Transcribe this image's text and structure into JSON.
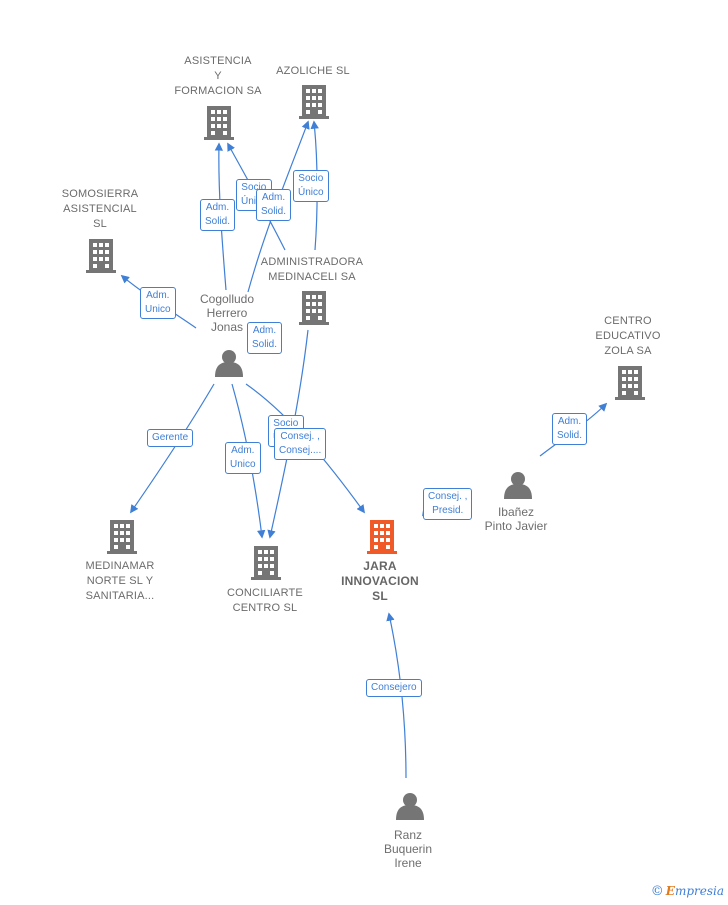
{
  "nodes": {
    "asistencia": {
      "label": "ASISTENCIA\nY\nFORMACION SA",
      "type": "company"
    },
    "azoliche": {
      "label": "AZOLICHE  SL",
      "type": "company"
    },
    "somosierra": {
      "label": "SOMOSIERRA\nASISTENCIAL\nSL",
      "type": "company"
    },
    "administradora": {
      "label": "ADMINISTRADORA\nMEDINACELI SA",
      "type": "company"
    },
    "cogolludo": {
      "label": "Cogolludo\nHerrero\nJonas",
      "type": "person"
    },
    "centro": {
      "label": "CENTRO\nEDUCATIVO\nZOLA SA",
      "type": "company"
    },
    "ibanez": {
      "label": "Ibañez\nPinto Javier",
      "type": "person"
    },
    "medinamar": {
      "label": "MEDINAMAR\nNORTE SL Y\nSANITARIA...",
      "type": "company"
    },
    "conciliarte": {
      "label": "CONCILIARTE\nCENTRO  SL",
      "type": "company"
    },
    "jara": {
      "label": "JARA\nINNOVACION\nSL",
      "type": "company-focus"
    },
    "ranz": {
      "label": "Ranz\nBuquerin\nIrene",
      "type": "person"
    }
  },
  "edges": {
    "e1": "Adm.\nUnico",
    "e2a": "Socio\nÚnico",
    "e2b": "Adm.\nSolid.",
    "e3": "Adm.\nSolid.",
    "e4": "Socio\nÚnico",
    "e5": "Adm.\nSolid.",
    "e6": "Gerente",
    "e7": "Adm.\nUnico",
    "e8": "Socio\nÚnico",
    "e9": "Consej. ,\nConsej....",
    "e10": "Consej. ,\nPresid.",
    "e11": "Adm.\nSolid.",
    "e12": "Consejero"
  },
  "colors": {
    "edge": "#3f7fd6",
    "node_icon": "#757575",
    "focus_icon": "#f05a28"
  },
  "brand": {
    "symbol": "©",
    "name_first": "E",
    "name_rest": "mpresia"
  }
}
